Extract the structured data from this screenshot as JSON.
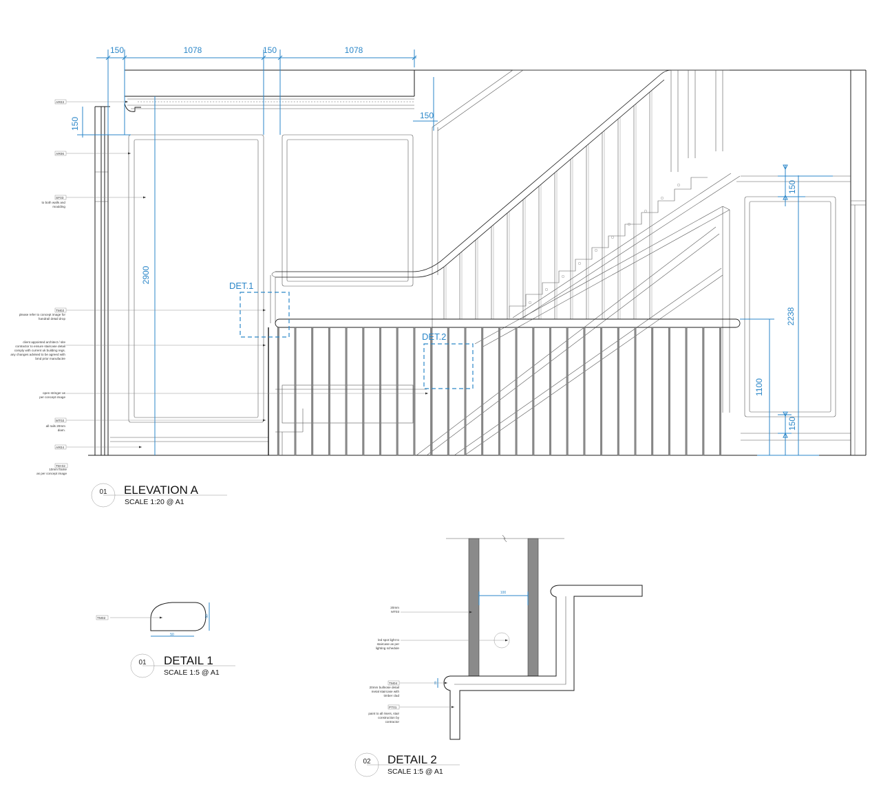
{
  "dimensions": {
    "top": [
      "150",
      "1078",
      "150",
      "1078"
    ],
    "side_150": "150",
    "landing_150": "150",
    "height_2900": "2900",
    "right_2238": "2238",
    "right_1100": "1100",
    "right_150_top": "150",
    "right_150_bottom": "150"
  },
  "detail_callouts": {
    "det1": "DET.1",
    "det2": "DET.2"
  },
  "elevation_notes": [
    {
      "tag": "AR03",
      "lines": []
    },
    {
      "tag": "AR06",
      "lines": []
    },
    {
      "tag": "SF03",
      "lines": [
        "to both walls and",
        "moulding"
      ]
    },
    {
      "tag": "TM02",
      "lines": [
        "please refer to concept image for",
        "handrail detail drop"
      ]
    },
    {
      "tag": "",
      "lines": [
        "client appointed architect / site",
        "contractor to ensure staircase detail",
        "comply with current uk building regs.",
        "any changes advised to be agreed with",
        "bmd prior manufactre"
      ]
    },
    {
      "tag": "",
      "lines": [
        "open stringer as",
        "per concept image"
      ]
    },
    {
      "tag": "MT02",
      "lines": [
        "all rails 20mm",
        "diam."
      ]
    },
    {
      "tag": "AR04",
      "lines": []
    },
    {
      "tag": "TM-02",
      "lines": [
        "10mm frame",
        "as per concept image"
      ]
    }
  ],
  "titles": {
    "elevation": {
      "num": "01",
      "title": "ELEVATION A",
      "scale": "SCALE 1:20 @ A1"
    },
    "detail1": {
      "num": "01",
      "title": "DETAIL 1",
      "scale": "SCALE 1:5 @ A1"
    },
    "detail2": {
      "num": "02",
      "title": "DETAIL 2",
      "scale": "SCALE 1:5 @ A1"
    }
  },
  "detail1": {
    "tag": "TM02",
    "dim_width": "50",
    "dim_height": "50"
  },
  "detail2": {
    "dim_gap": "100",
    "dim_small": "20",
    "notes": [
      {
        "tag": "",
        "lines": [
          "20mm",
          "MT03"
        ]
      },
      {
        "tag": "",
        "lines": [
          "led spot light to",
          "staircase as per",
          "lighting schedule"
        ]
      },
      {
        "tag": "TM04",
        "lines": [
          "20mm bullnose detail",
          "metal staircase with",
          "timber clad"
        ]
      },
      {
        "tag": "PT01",
        "lines": [
          "paint to all risers, stair",
          "construction by",
          "contractor"
        ]
      }
    ]
  }
}
